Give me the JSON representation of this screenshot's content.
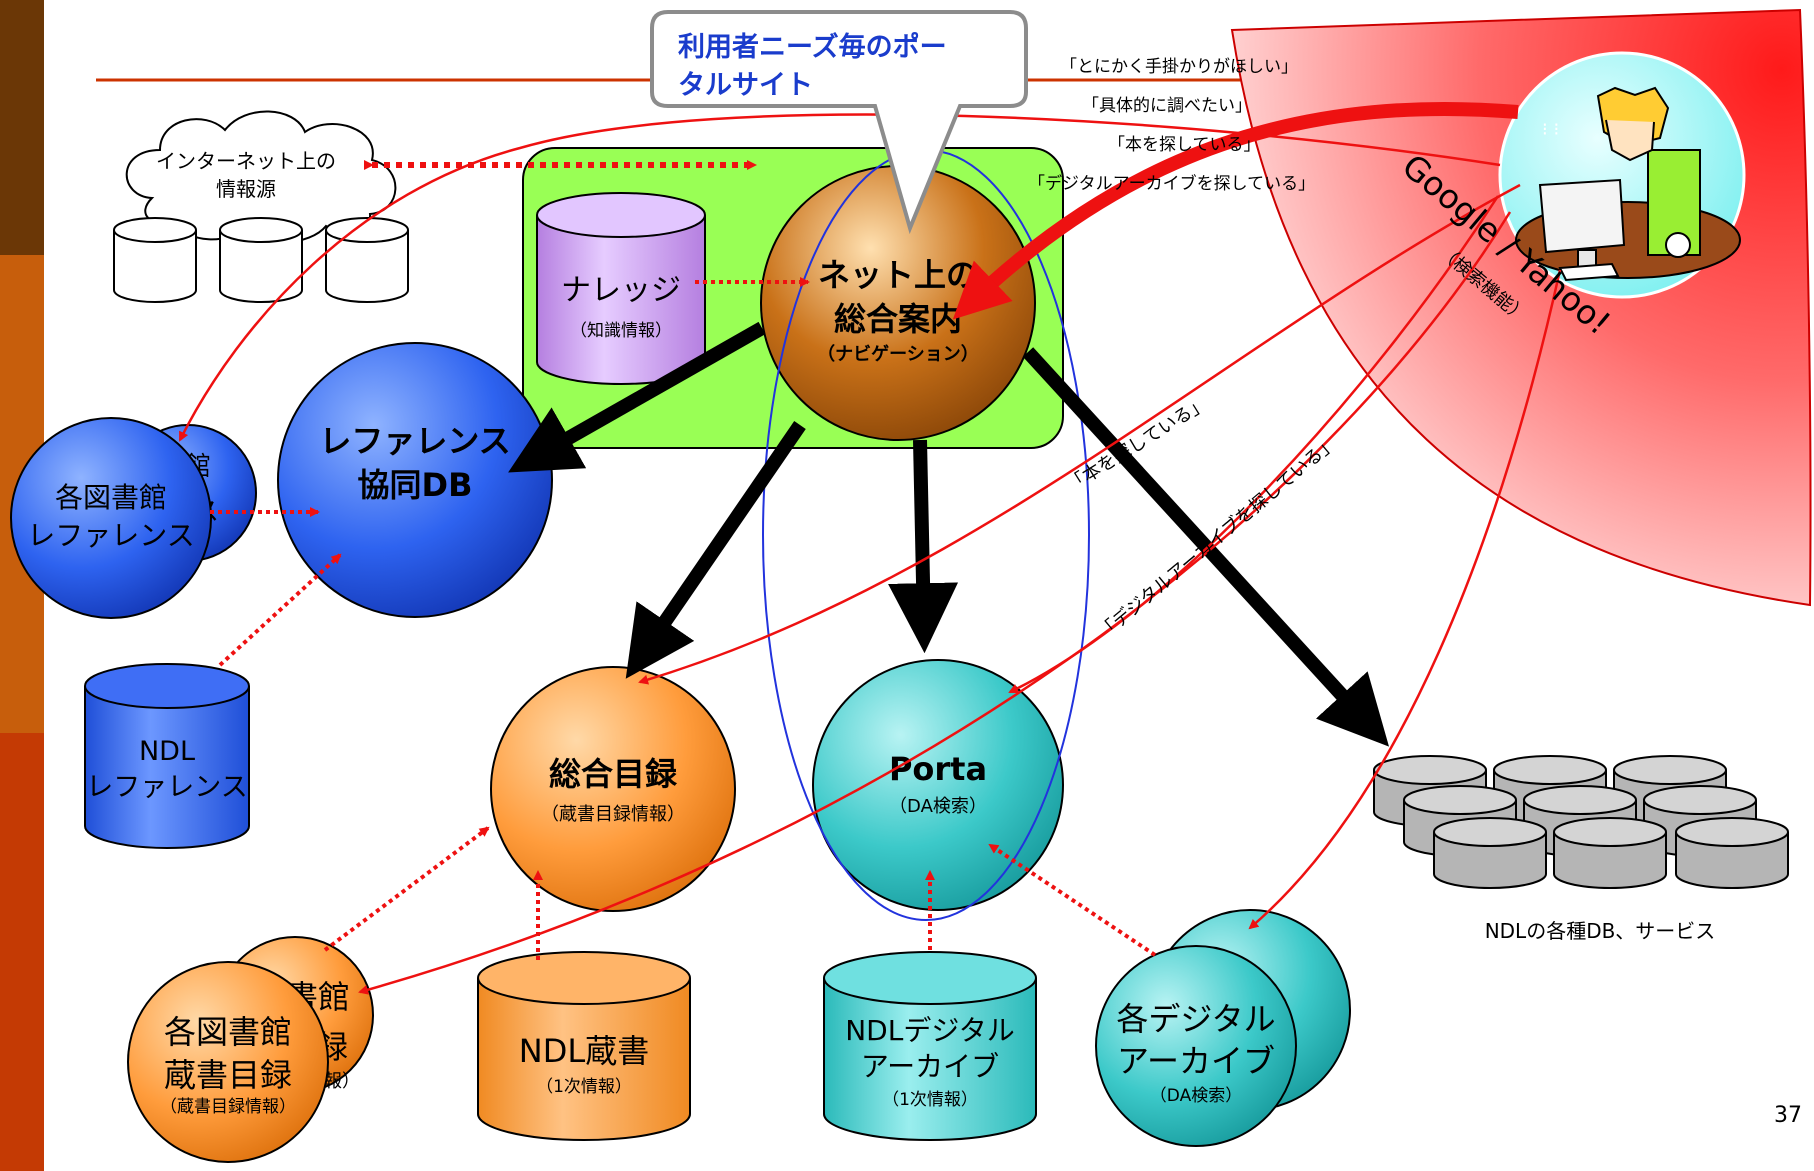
{
  "callout": {
    "line1": "利用者ニーズ毎のポー",
    "line2": "タルサイト"
  },
  "queries": [
    "「とにかく手掛かりがほしい」",
    "「具体的に調べたい」",
    "「本を探している」",
    "「デジタルアーカイブを探している」"
  ],
  "search_engine": {
    "name": "Google / Yahoo!",
    "sub": "（検索機能）"
  },
  "internet_sources": {
    "line1": "インターネット上の",
    "line2": "情報源"
  },
  "knowledge": {
    "title": "ナレッジ",
    "sub": "（知識情報）"
  },
  "navigation": {
    "line1": "ネット上の",
    "line2": "総合案内",
    "sub": "（ナビゲーション）"
  },
  "reference_db": {
    "line1": "レファレンス",
    "line2": "協同DB"
  },
  "library_reference": {
    "line1": "各図書館",
    "line2": "レファレンス",
    "back_line1": "館",
    "back_line2": "ス"
  },
  "ndl_reference": {
    "line1": "NDL",
    "line2": "レファレンス"
  },
  "union_catalog": {
    "title": "総合目録",
    "sub": "（蔵書目録情報）"
  },
  "porta": {
    "title": "Porta",
    "sub": "（DA検索）"
  },
  "ndl_dbs": {
    "label": "NDLの各種DB、サービス"
  },
  "library_catalogs": {
    "line1": "各図書館",
    "line2": "蔵書目録",
    "sub": "（蔵書目録情報）",
    "back_line1": "書館",
    "back_line2": "録",
    "back_sub": "報）"
  },
  "ndl_holdings": {
    "title": "NDL蔵書",
    "sub": "（1次情報）"
  },
  "ndl_digital": {
    "line1": "NDLデジタル",
    "line2": "アーカイブ",
    "sub": "（1次情報）"
  },
  "digital_archives": {
    "line1": "各デジタル",
    "line2": "アーカイブ",
    "sub": "（DA検索）"
  },
  "diag_labels": {
    "book": "「本を探している」",
    "digital": "「デジタルアーカイブを探している」"
  },
  "page_number": "37",
  "colors": {
    "sidebar_top": "#6b3706",
    "sidebar_mid": "#c75e0c",
    "sidebar_bottom": "#c43a04",
    "rule": "#cc3300",
    "red": "#ee1111",
    "green_box": "#99ff55",
    "blue": "#2255ee",
    "orange": "#ff9933",
    "teal": "#33cccc",
    "purple": "#cc99ee",
    "brown": "#bb6611"
  }
}
